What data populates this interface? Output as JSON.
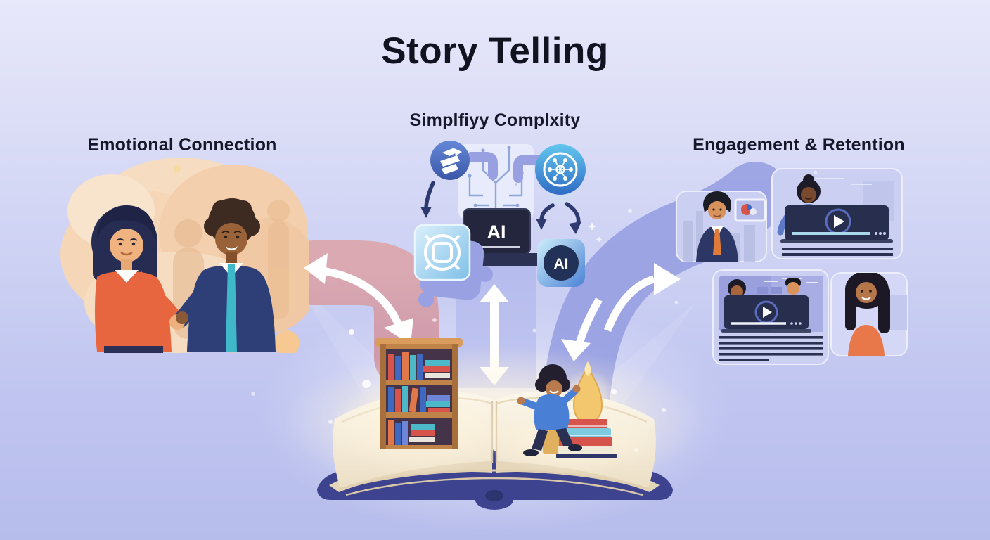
{
  "title": "Story Telling",
  "sections": {
    "emotional": {
      "label": "Emotional Connection"
    },
    "simplify": {
      "label": "Simplfiyy Complxity"
    },
    "engagement": {
      "label": "Engagement & Retention"
    }
  },
  "center_graphics": {
    "laptop_screen_label": "AI",
    "ai_chip_label": "AI",
    "icons": [
      "layers-icon",
      "network-nodes-icon",
      "circuit-board-icon",
      "aperture-target-icon",
      "ai-chip-icon",
      "laptop-icon",
      "play-icon"
    ]
  },
  "colors": {
    "background_top": "#e7e8fa",
    "background_bottom": "#b7bdeb",
    "title_text": "#121320",
    "pink_band": "#d4949d",
    "purple_band": "#949ce1",
    "arrow_white": "#ffffff",
    "dark_arrow": "#2c3a70",
    "book_cover": "#3e4390",
    "page_cream": "#f6efdf",
    "accent_orange": "#e8663f",
    "player_navy": "#272e4e"
  }
}
